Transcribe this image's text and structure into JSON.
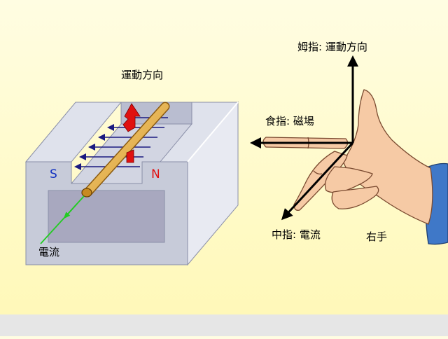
{
  "motor_diagram": {
    "motion_label": "運動方向",
    "south_pole": "S",
    "north_pole": "N",
    "current_label": "電流"
  },
  "hand_diagram": {
    "thumb_label": "姆指: 運動方向",
    "index_label": "食指: 磁場",
    "middle_label": "中指: 電流",
    "hand_label": "右手"
  },
  "colors": {
    "background_top": "#fffde2",
    "background_bottom": "#fff8b6",
    "magnet_face": "#c7cbd9",
    "magnet_top": "#dfe2ec",
    "magnet_side": "#e8eaf2",
    "magnet_inner": "#a8a8bf",
    "rod": "#e8a940",
    "field_lines": "#1a1a80",
    "force_arrow": "#e01010",
    "current_line": "#22cc22",
    "south_pole": "#1030c0",
    "north_pole": "#e01010",
    "skin": "#f6caa5",
    "sleeve": "#3f78c8"
  }
}
